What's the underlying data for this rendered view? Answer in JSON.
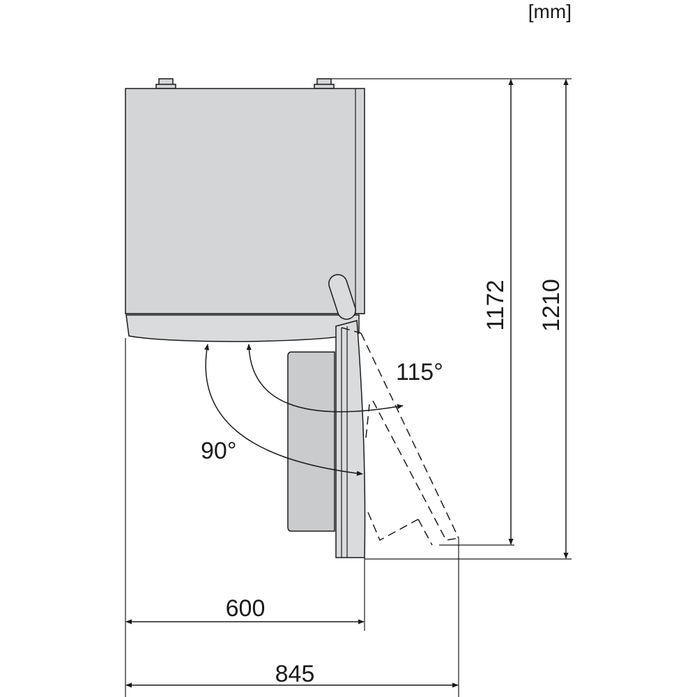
{
  "unit_label": "[mm]",
  "dimensions": {
    "width_closed": "600",
    "width_open": "845",
    "depth_door_open": "1172",
    "depth_total": "1210"
  },
  "angles": {
    "open_90": "90°",
    "open_115": "115°"
  }
}
